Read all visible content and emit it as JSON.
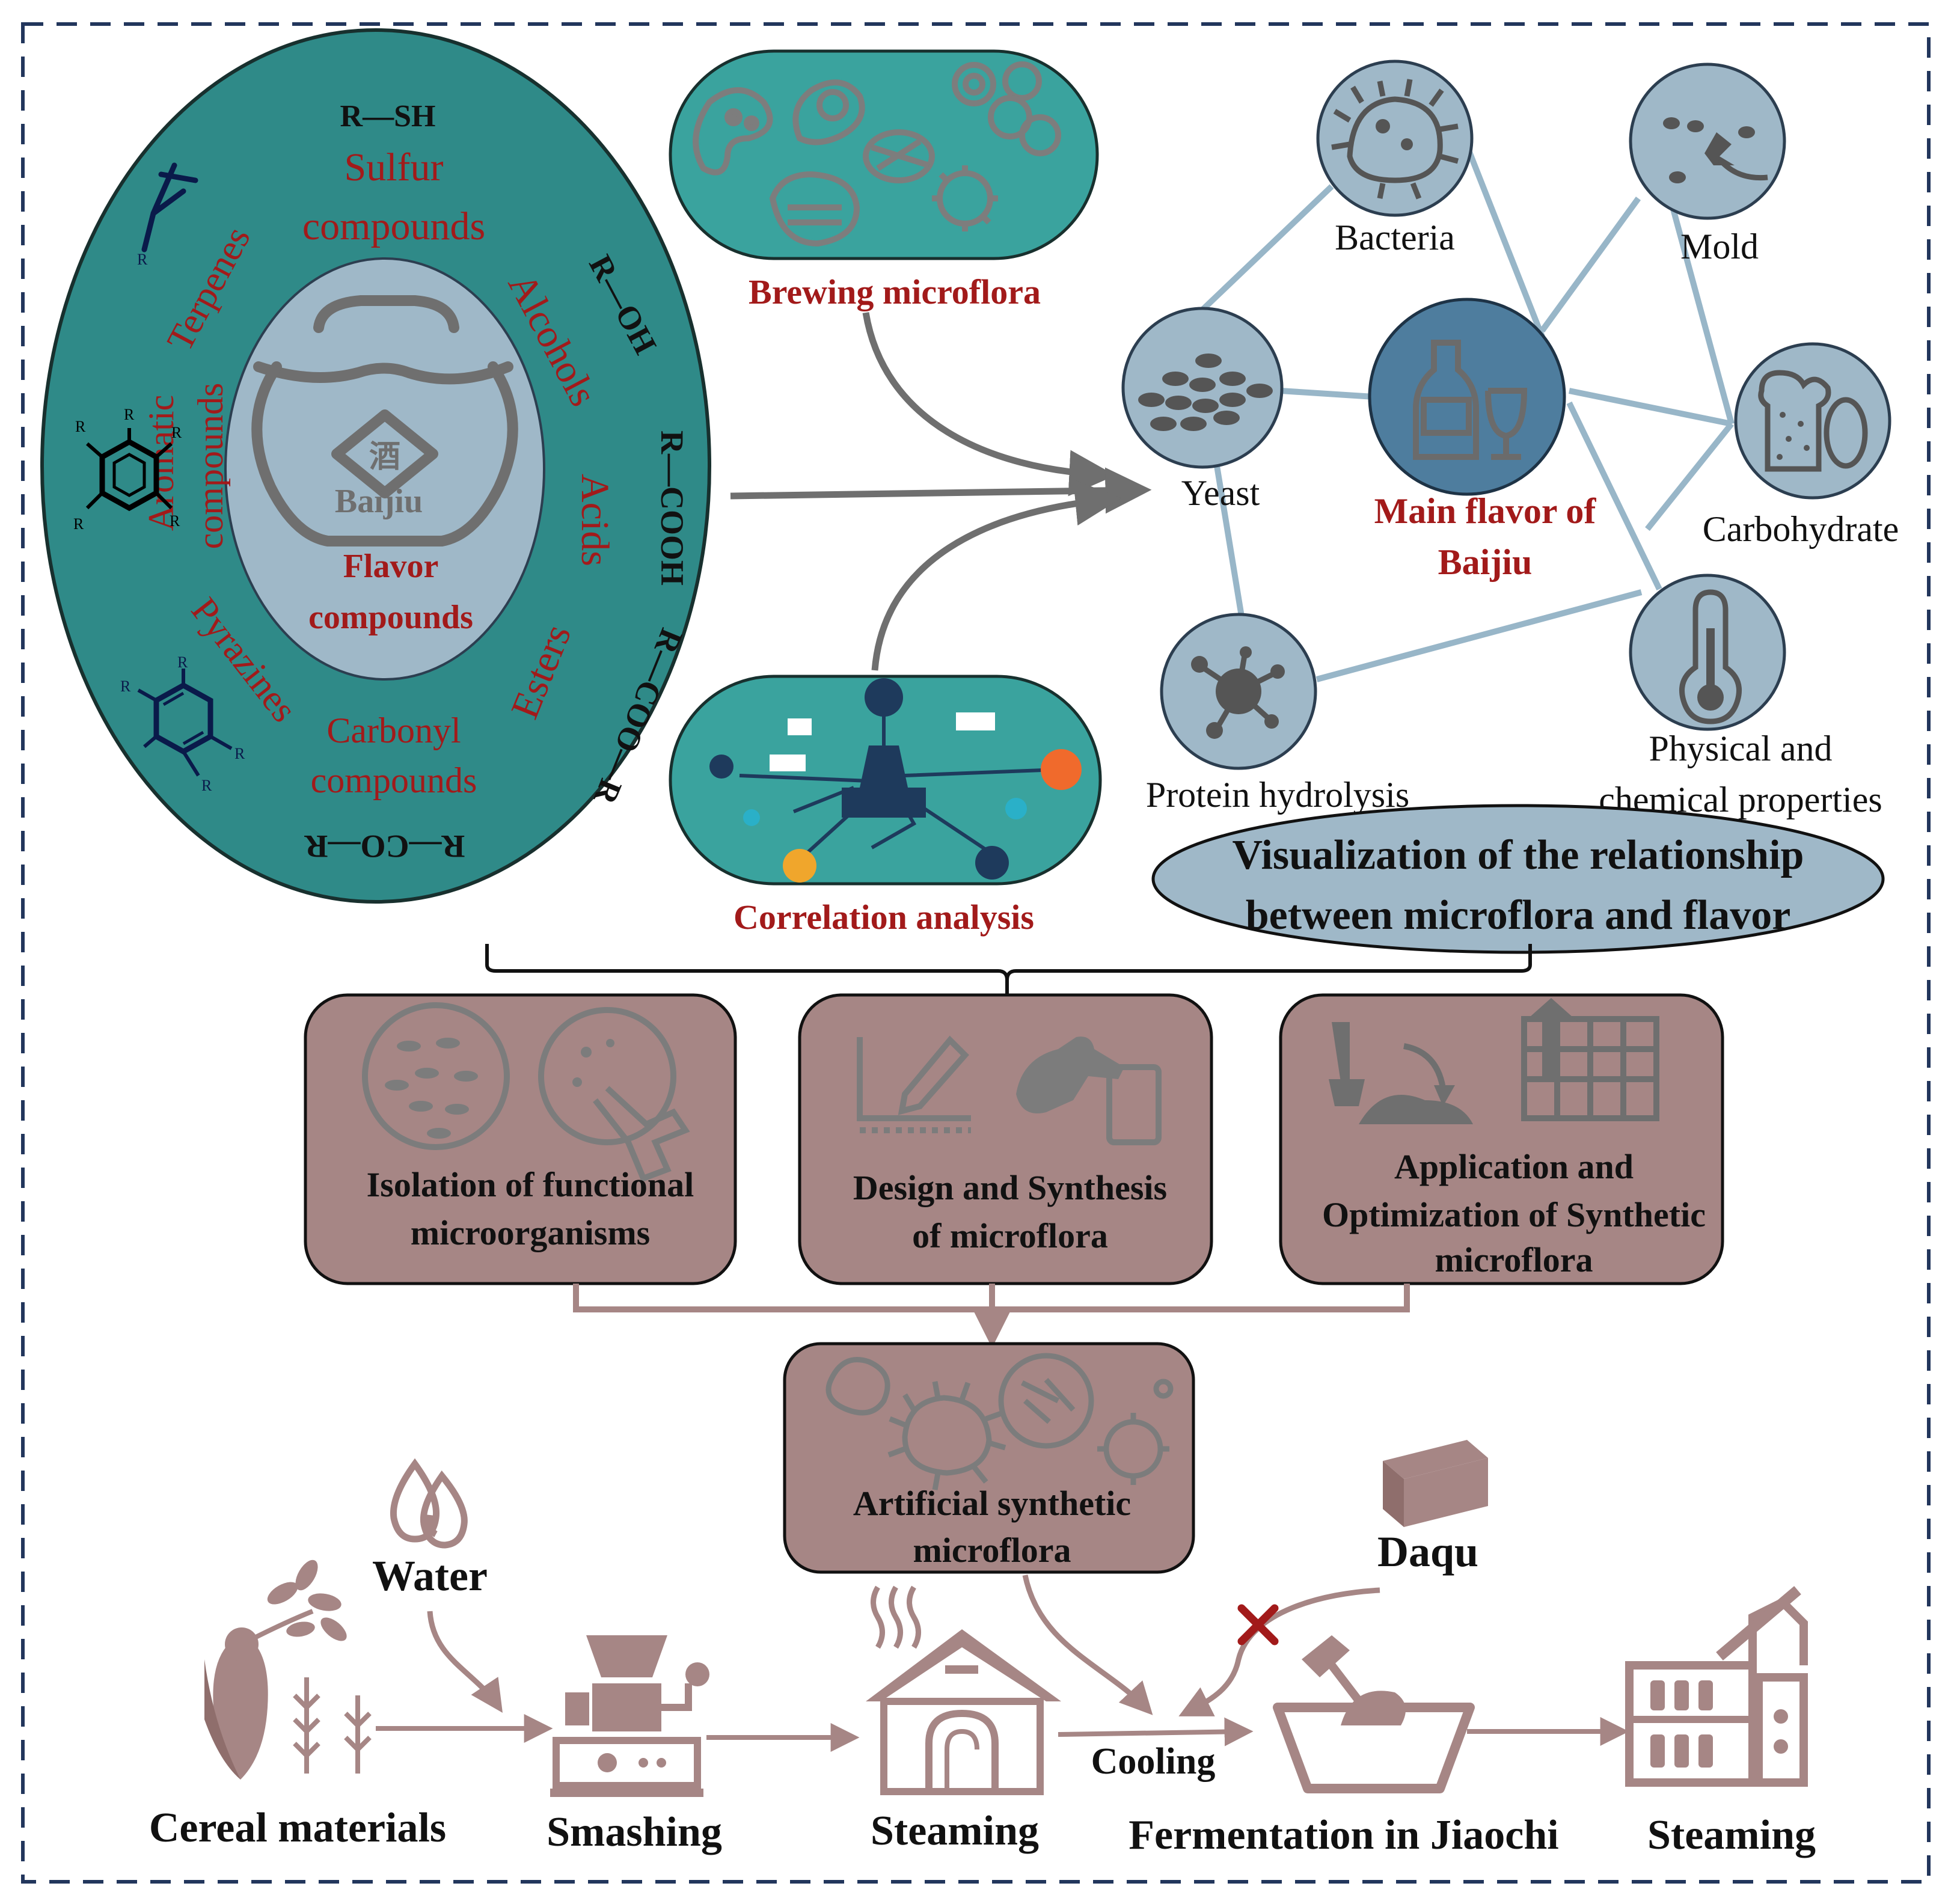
{
  "oval": {
    "groups": [
      {
        "id": "sulfur",
        "formula": "R—SH",
        "label": [
          "Sulfur",
          "compounds"
        ]
      },
      {
        "id": "alcohols",
        "formula": "R—OH",
        "label": [
          "Alcohols"
        ]
      },
      {
        "id": "acids",
        "formula": "R—COOH",
        "label": [
          "Acids"
        ]
      },
      {
        "id": "esters",
        "formula": "R—COO—R",
        "label": [
          "Esters"
        ]
      },
      {
        "id": "carbonyl",
        "formula": "R—CO—R",
        "label": [
          "Carbonyl",
          "compounds"
        ]
      },
      {
        "id": "pyrazines",
        "formula": "",
        "label": [
          "Pyrazines"
        ]
      },
      {
        "id": "aromatic",
        "formula": "",
        "label": [
          "Aromatic",
          "compounds"
        ]
      },
      {
        "id": "terpenes",
        "formula": "",
        "label": [
          "Terpenes"
        ]
      }
    ],
    "jar_char": "酒",
    "jar_label": "Baijiu",
    "center_label": [
      "Flavor",
      "compounds"
    ],
    "substituent": "R"
  },
  "brewing": {
    "label": "Brewing microflora"
  },
  "correlation": {
    "label": "Correlation analysis"
  },
  "network": {
    "nodes": [
      {
        "id": "bacteria",
        "label": [
          "Bacteria"
        ]
      },
      {
        "id": "mold",
        "label": [
          "Mold"
        ]
      },
      {
        "id": "yeast",
        "label": [
          "Yeast"
        ]
      },
      {
        "id": "main",
        "label": [
          "Main flavor of",
          "Baijiu"
        ]
      },
      {
        "id": "carbohydrate",
        "label": [
          "Carbohydrate"
        ]
      },
      {
        "id": "protein",
        "label": [
          "Protein hydrolysis"
        ]
      },
      {
        "id": "physical",
        "label": [
          "Physical and",
          "chemical properties"
        ]
      }
    ],
    "banner": [
      "Visualization of the relationship",
      "between microflora and flavor"
    ]
  },
  "steps": [
    {
      "id": "isolation",
      "label": [
        "Isolation of functional",
        "microorganisms"
      ]
    },
    {
      "id": "design",
      "label": [
        "Design and Synthesis",
        "of microflora"
      ]
    },
    {
      "id": "application",
      "label": [
        "Application and",
        "Optimization of Synthetic",
        "microflora"
      ]
    }
  ],
  "synthetic": {
    "label": [
      "Artificial synthetic",
      "microflora"
    ]
  },
  "process": {
    "water": "Water",
    "daqu": "Daqu",
    "cooling": "Cooling",
    "stages": [
      {
        "id": "cereal",
        "label": "Cereal materials"
      },
      {
        "id": "smashing",
        "label": "Smashing"
      },
      {
        "id": "steaming1",
        "label": "Steaming"
      },
      {
        "id": "fermentation",
        "label": "Fermentation in Jiaochi"
      },
      {
        "id": "steaming2",
        "label": "Steaming"
      }
    ]
  },
  "colors": {
    "teal": "#2f8a88",
    "teal_light": "#3aa39e",
    "pale_blue": "#9fb8c8",
    "dark_red": "#a21a1a",
    "mauve": "#a68685",
    "mauve_dark": "#8f6e6c",
    "line_blue": "#98b6c8",
    "gray": "#6f6f6f",
    "navy": "#22365c"
  }
}
